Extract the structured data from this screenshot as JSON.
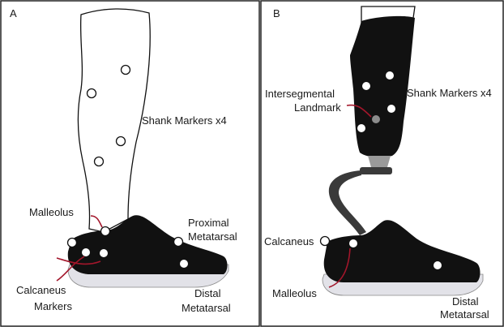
{
  "panels": [
    {
      "letter": "A",
      "labels": {
        "shank": "Shank Markers x4",
        "malleolus": "Malleolus",
        "proximal_1": "Proximal",
        "proximal_2": "Metatarsal",
        "calcaneus_1": "Calcaneus",
        "calcaneus_2": "Markers",
        "distal_1": "Distal",
        "distal_2": "Metatarsal"
      }
    },
    {
      "letter": "B",
      "labels": {
        "landmark_1": "Intersegmental",
        "landmark_2": "Landmark",
        "shank": "Shank Markers x4",
        "calcaneus": "Calcaneus",
        "malleolus": "Malleolus",
        "distal_1": "Distal",
        "distal_2": "Metatarsal"
      }
    }
  ],
  "colors": {
    "shoe": "#111111",
    "sole": "#e2e2e8",
    "leader_line": "#a3162b",
    "prosthesis_socket": "#111111",
    "pylon": "#3a3a3a",
    "adapter": "#9a9a9a",
    "landmark_marker": "#8c8c8c",
    "border": "#222222"
  }
}
